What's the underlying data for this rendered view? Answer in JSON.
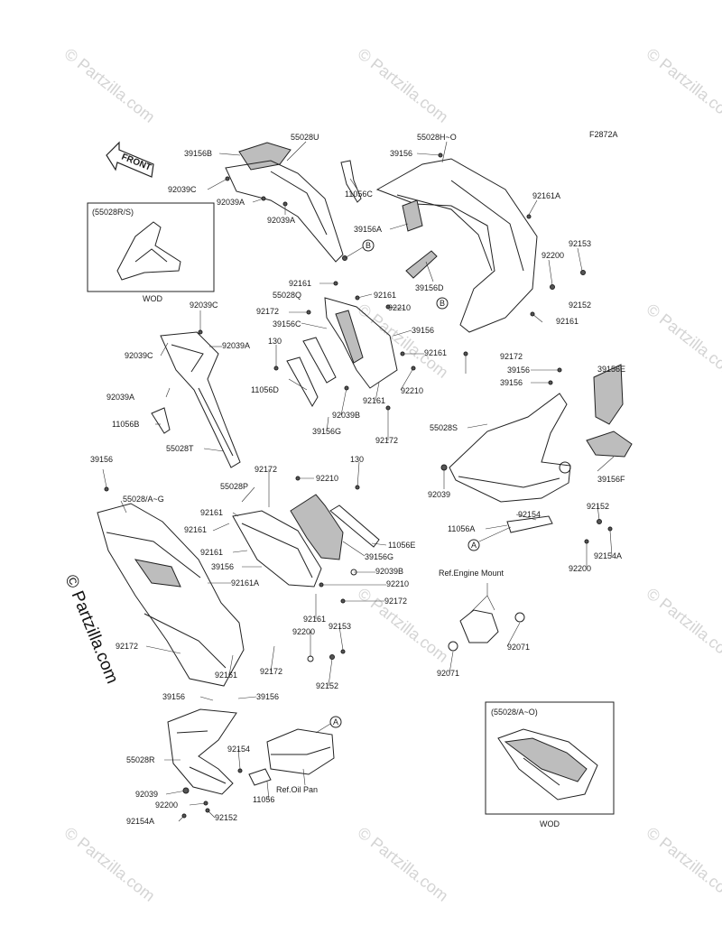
{
  "diagram_code": "F2872A",
  "front_label": "FRONT",
  "watermark": "© Partzilla.com",
  "insets": [
    {
      "header": "(55028R/S)",
      "footer": "WOD"
    },
    {
      "header": "(55028/A~O)",
      "footer": "WOD"
    }
  ],
  "notes": {
    "ref_engine_mount": "Ref.Engine Mount",
    "ref_oil_pan": "Ref.Oil Pan"
  },
  "callouts": {
    "A": "A",
    "B": "B"
  },
  "labels": [
    {
      "id": "l01",
      "t": "55028U"
    },
    {
      "id": "l02",
      "t": "39156B"
    },
    {
      "id": "l03",
      "t": "92039C"
    },
    {
      "id": "l04",
      "t": "92039A"
    },
    {
      "id": "l05",
      "t": "92039A"
    },
    {
      "id": "l06",
      "t": "11056C"
    },
    {
      "id": "l07",
      "t": "39156"
    },
    {
      "id": "l08",
      "t": "55028H~O"
    },
    {
      "id": "l09",
      "t": "92161A"
    },
    {
      "id": "l10",
      "t": "39156A"
    },
    {
      "id": "l11",
      "t": "92153"
    },
    {
      "id": "l12",
      "t": "92200"
    },
    {
      "id": "l13",
      "t": "92152"
    },
    {
      "id": "l14",
      "t": "39156D"
    },
    {
      "id": "l15",
      "t": "92161"
    },
    {
      "id": "l16",
      "t": "55028Q"
    },
    {
      "id": "l17",
      "t": "92161"
    },
    {
      "id": "l18",
      "t": "92172"
    },
    {
      "id": "l19",
      "t": "92210"
    },
    {
      "id": "l20",
      "t": "39156C"
    },
    {
      "id": "l21",
      "t": "39156"
    },
    {
      "id": "l22",
      "t": "92161"
    },
    {
      "id": "l23",
      "t": "92039C"
    },
    {
      "id": "l24",
      "t": "92039C"
    },
    {
      "id": "l25",
      "t": "92039A"
    },
    {
      "id": "l26",
      "t": "130"
    },
    {
      "id": "l27",
      "t": "92161"
    },
    {
      "id": "l28",
      "t": "92172"
    },
    {
      "id": "l29",
      "t": "39156E"
    },
    {
      "id": "l30",
      "t": "39156"
    },
    {
      "id": "l31",
      "t": "39156"
    },
    {
      "id": "l32",
      "t": "92039A"
    },
    {
      "id": "l33",
      "t": "11056D"
    },
    {
      "id": "l34",
      "t": "92210"
    },
    {
      "id": "l35",
      "t": "92161"
    },
    {
      "id": "l36",
      "t": "92039B"
    },
    {
      "id": "l37",
      "t": "11056B"
    },
    {
      "id": "l38",
      "t": "39156G"
    },
    {
      "id": "l39",
      "t": "92172"
    },
    {
      "id": "l40",
      "t": "55028S"
    },
    {
      "id": "l41",
      "t": "55028T"
    },
    {
      "id": "l42",
      "t": "39156F"
    },
    {
      "id": "l43",
      "t": "92172"
    },
    {
      "id": "l44",
      "t": "130"
    },
    {
      "id": "l45",
      "t": "39156"
    },
    {
      "id": "l46",
      "t": "92210"
    },
    {
      "id": "l47",
      "t": "92039"
    },
    {
      "id": "l48",
      "t": "55028P"
    },
    {
      "id": "l49",
      "t": "55028/A~G"
    },
    {
      "id": "l50",
      "t": "92161"
    },
    {
      "id": "l51",
      "t": "92161"
    },
    {
      "id": "l52",
      "t": "92154"
    },
    {
      "id": "l53",
      "t": "92152"
    },
    {
      "id": "l54",
      "t": "11056A"
    },
    {
      "id": "l55",
      "t": "11056E"
    },
    {
      "id": "l56",
      "t": "92154A"
    },
    {
      "id": "l57",
      "t": "92161"
    },
    {
      "id": "l58",
      "t": "39156G"
    },
    {
      "id": "l59",
      "t": "92200"
    },
    {
      "id": "l60",
      "t": "39156"
    },
    {
      "id": "l61",
      "t": "92039B"
    },
    {
      "id": "l62",
      "t": "92161A"
    },
    {
      "id": "l63",
      "t": "92210"
    },
    {
      "id": "l64",
      "t": "92172"
    },
    {
      "id": "l65",
      "t": "92161"
    },
    {
      "id": "l66",
      "t": "92153"
    },
    {
      "id": "l67",
      "t": "92200"
    },
    {
      "id": "l68",
      "t": "92172"
    },
    {
      "id": "l69",
      "t": "92071"
    },
    {
      "id": "l70",
      "t": "92152"
    },
    {
      "id": "l71",
      "t": "92161"
    },
    {
      "id": "l72",
      "t": "92172"
    },
    {
      "id": "l73",
      "t": "92071"
    },
    {
      "id": "l74",
      "t": "39156"
    },
    {
      "id": "l75",
      "t": "39156"
    },
    {
      "id": "l76",
      "t": "92154"
    },
    {
      "id": "l77",
      "t": "55028R"
    },
    {
      "id": "l78",
      "t": "92039"
    },
    {
      "id": "l79",
      "t": "11056"
    },
    {
      "id": "l80",
      "t": "92200"
    },
    {
      "id": "l81",
      "t": "92154A"
    },
    {
      "id": "l82",
      "t": "92152"
    }
  ]
}
